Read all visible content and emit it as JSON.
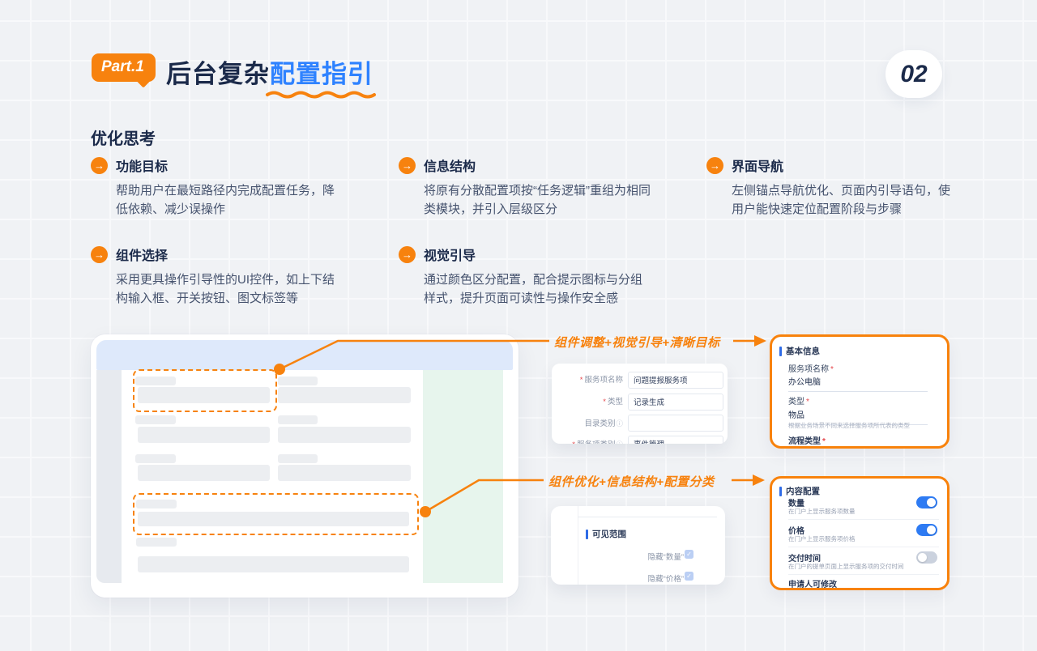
{
  "colors": {
    "accent_orange": "#F7820E",
    "title_navy": "#1B2A4A",
    "highlight_blue": "#2E82FF",
    "toggle_on": "#2E7BF3",
    "section_bar_blue": "#2E6BE6",
    "required_red": "#E5484D"
  },
  "icons": {
    "arrow_right": "→",
    "info": "ⓘ",
    "check": "✓"
  },
  "header": {
    "badge": "Part.1",
    "title_prefix": "后台复杂",
    "title_highlight": "配置指引",
    "page_number": "02"
  },
  "thinking": {
    "heading": "优化思考",
    "items": [
      {
        "title": "功能目标",
        "body": "帮助用户在最短路径内完成配置任务，降低依赖、减少误操作"
      },
      {
        "title": "信息结构",
        "body": "将原有分散配置项按“任务逻辑”重组为相同类模块，并引入层级区分"
      },
      {
        "title": "界面导航",
        "body": "左侧锚点导航优化、页面内引导语句，使用户能快速定位配置阶段与步骤"
      },
      {
        "title": "组件选择",
        "body": "采用更具操作引导性的UI控件，如上下结构输入框、开关按钮、图文标签等"
      },
      {
        "title": "视觉引导",
        "body": "通过颜色区分配置，配合提示图标与分组样式，提升页面可读性与操作安全感"
      }
    ]
  },
  "callouts": {
    "top": "组件调整+视觉引导+清晰目标",
    "bottom": "组件优化+信息结构+配置分类"
  },
  "old_form": {
    "required_marker": "*",
    "fields": [
      {
        "label": "服务项名称",
        "value": "问题提报服务项"
      },
      {
        "label": "类型",
        "value": "记录生成"
      },
      {
        "label": "目录类别",
        "value": ""
      },
      {
        "label": "服务项类别",
        "value": "事件管理"
      }
    ]
  },
  "old_visibility": {
    "heading": "可见范围",
    "rows": [
      {
        "label": "隐藏“数量”",
        "checked": true
      },
      {
        "label": "隐藏“价格”",
        "checked": true
      }
    ]
  },
  "new_basic": {
    "heading": "基本信息",
    "required_marker": "*",
    "fields": [
      {
        "label": "服务项名称",
        "value": "办公电脑",
        "helper": ""
      },
      {
        "label": "类型",
        "value": "物品",
        "helper": "根据业务场景不同来选择服务项所代表的类型"
      },
      {
        "label": "流程类型",
        "value": "",
        "helper": ""
      }
    ]
  },
  "new_content": {
    "heading": "内容配置",
    "rows": [
      {
        "title": "数量",
        "desc": "在门户上显示服务项数量",
        "state": "on"
      },
      {
        "title": "价格",
        "desc": "在门户上显示服务项价格",
        "state": "on"
      },
      {
        "title": "交付时间",
        "desc": "在门户的提单页面上显示服务项的交付时间",
        "state": "off"
      }
    ],
    "clipped_row": "申请人可修改"
  }
}
